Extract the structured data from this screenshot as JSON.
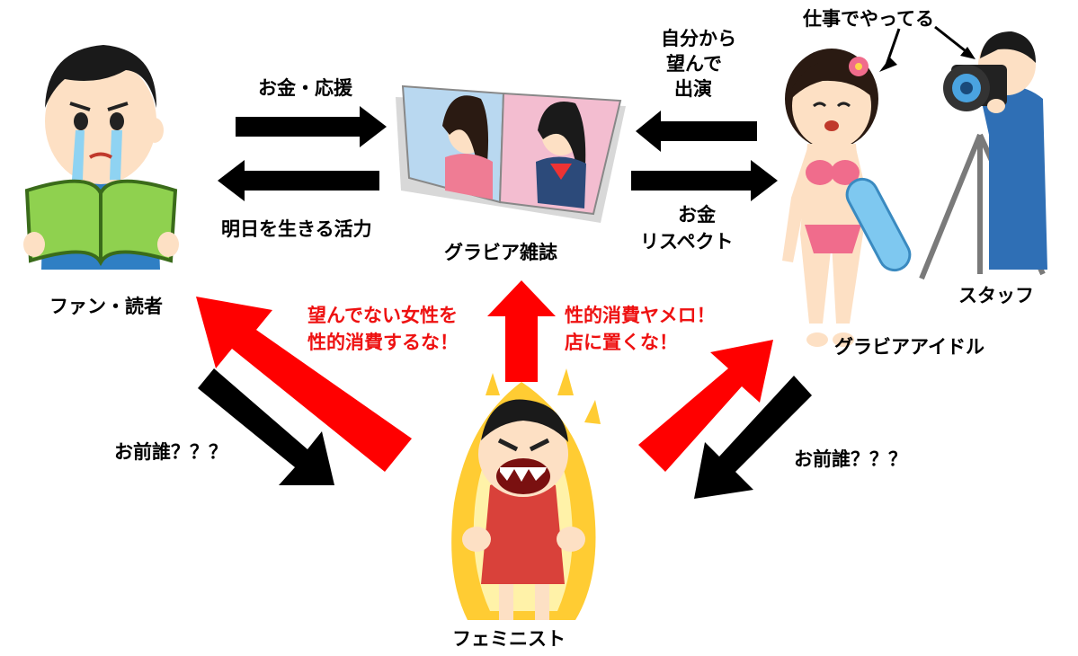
{
  "nodes": {
    "fan": "ファン・読者",
    "magazine": "グラビア雑誌",
    "idol": "グラビアアイドル",
    "staff": "スタッフ",
    "feminist": "フェミニスト"
  },
  "flows": {
    "fan_to_magazine": "お金・応援",
    "magazine_to_fan": "明日を生きる活力",
    "idol_to_magazine": [
      "自分から",
      "望んで",
      "出演"
    ],
    "magazine_to_idol": [
      "お金",
      "リスペクト"
    ],
    "staff_note": "仕事でやってる"
  },
  "protests": {
    "to_fan": [
      "望んでない女性を",
      "性的消費するな！"
    ],
    "to_magazine": [
      "性的消費ヤメロ！",
      "店に置くな！"
    ],
    "fan_reply": "お前誰？？？",
    "idol_reply": "お前誰？？？"
  },
  "colors": {
    "black_arrow": "#000000",
    "red_arrow": "#ff0000",
    "red_text": "#ee1111",
    "fire": "#ffcc33",
    "book": "#8fd14f",
    "skin": "#fde0c4",
    "bikini": "#f06c8c",
    "staff_shirt": "#2f6fb5"
  }
}
